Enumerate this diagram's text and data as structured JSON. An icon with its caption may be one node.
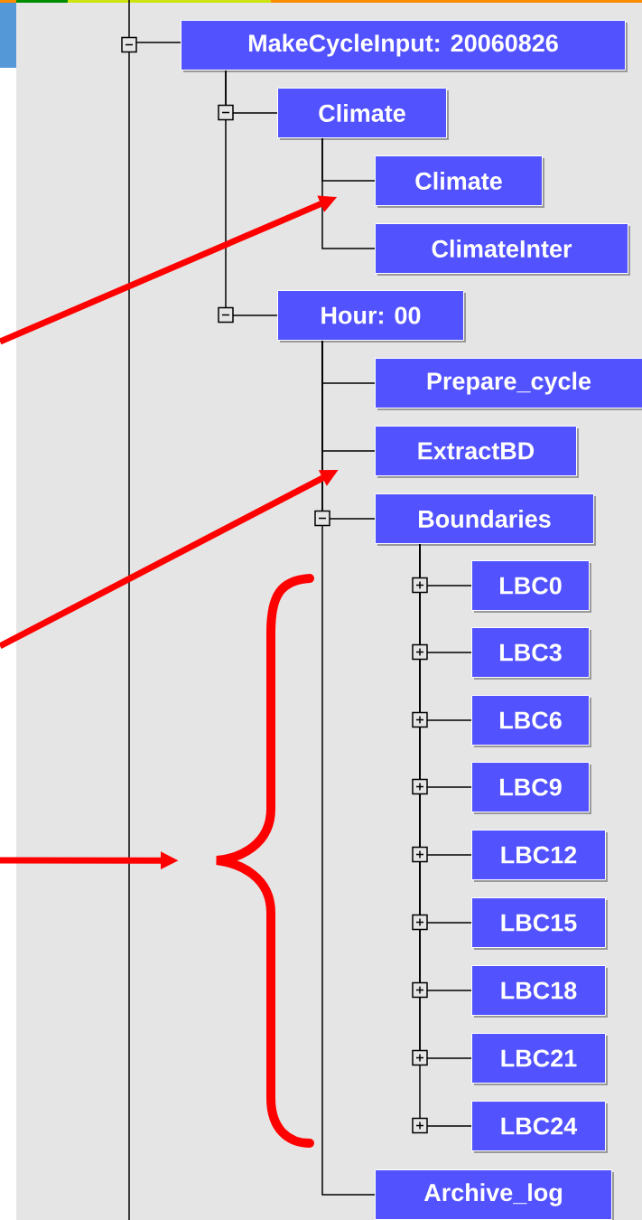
{
  "diagram": {
    "nodes": [
      {
        "text": [
          "MakeCycleInput: 20060826"
        ]
      },
      {
        "text": [
          "Climate"
        ]
      },
      {
        "text": [
          "Climate"
        ]
      },
      {
        "text": [
          "ClimateInter"
        ]
      },
      {
        "text": [
          "Hour: 00"
        ]
      },
      {
        "text": [
          "Prepare_cycle"
        ]
      },
      {
        "text": [
          "ExtractBD"
        ]
      },
      {
        "text": [
          "Boundaries"
        ]
      },
      {
        "text": [
          "LBC0"
        ]
      },
      {
        "text": [
          "LBC3"
        ]
      },
      {
        "text": [
          "LBC6"
        ]
      },
      {
        "text": [
          "LBC9"
        ]
      },
      {
        "text": [
          "LBC12"
        ]
      },
      {
        "text": [
          "LBC15"
        ]
      },
      {
        "text": [
          "LBC18"
        ]
      },
      {
        "text": [
          "LBC21"
        ]
      },
      {
        "text": [
          "LBC24"
        ]
      },
      {
        "text": [
          "Archive_log"
        ]
      },
      {
        "text": [],
        "shape": "brace"
      }
    ],
    "edges": [
      {
        "from": 0,
        "to": 1,
        "arrow": "none"
      },
      {
        "from": 1,
        "to": 2,
        "arrow": "none"
      },
      {
        "from": 1,
        "to": 3,
        "arrow": "none"
      },
      {
        "from": 0,
        "to": 4,
        "arrow": "none"
      },
      {
        "from": 4,
        "to": 5,
        "arrow": "none"
      },
      {
        "from": 4,
        "to": 6,
        "arrow": "none"
      },
      {
        "from": 4,
        "to": 7,
        "arrow": "none"
      },
      {
        "from": 7,
        "to": 8,
        "arrow": "none"
      },
      {
        "from": 7,
        "to": 9,
        "arrow": "none"
      },
      {
        "from": 7,
        "to": 10,
        "arrow": "none"
      },
      {
        "from": 7,
        "to": 11,
        "arrow": "none"
      },
      {
        "from": 7,
        "to": 12,
        "arrow": "none"
      },
      {
        "from": 7,
        "to": 13,
        "arrow": "none"
      },
      {
        "from": 7,
        "to": 14,
        "arrow": "none"
      },
      {
        "from": 7,
        "to": 15,
        "arrow": "none"
      },
      {
        "from": 7,
        "to": 16,
        "arrow": "none"
      },
      {
        "from": 4,
        "to": 17,
        "arrow": "none"
      },
      {
        "from": null,
        "to": 2,
        "arrow": "to",
        "style": "thick",
        "color": "#ff0000"
      },
      {
        "from": null,
        "to": 6,
        "arrow": "to",
        "style": "thick",
        "color": "#ff0000"
      },
      {
        "from": null,
        "to": 18,
        "arrow": "to",
        "style": "thick",
        "color": "#ff0000"
      }
    ]
  }
}
